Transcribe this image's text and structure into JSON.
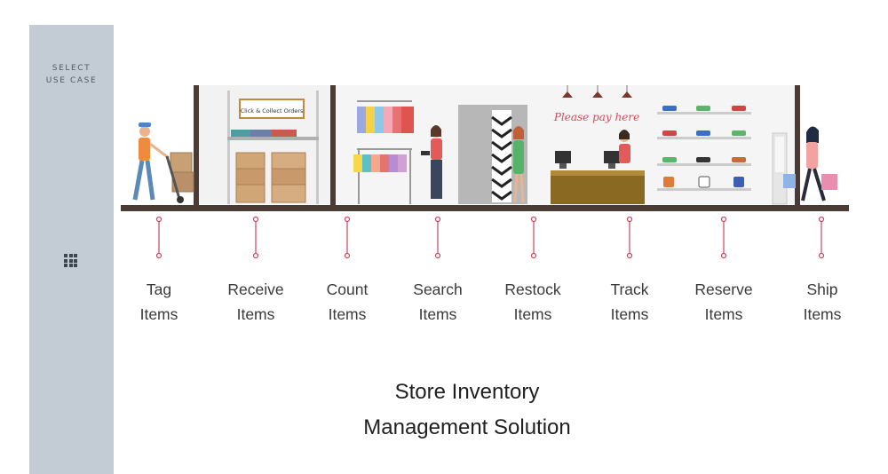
{
  "sidebar": {
    "select_label": "SELECT",
    "use_case_label": "USE CASE",
    "menu_icon": "grid-icon"
  },
  "scene": {
    "sign_text": "Click & Collect Orders",
    "pay_text": "Please pay here"
  },
  "use_cases": [
    {
      "line1": "Tag",
      "line2": "Items"
    },
    {
      "line1": "Receive",
      "line2": "Items"
    },
    {
      "line1": "Count",
      "line2": "Items"
    },
    {
      "line1": "Search",
      "line2": "Items"
    },
    {
      "line1": "Restock",
      "line2": "Items"
    },
    {
      "line1": "Track",
      "line2": "Items"
    },
    {
      "line1": "Reserve",
      "line2": "Items"
    },
    {
      "line1": "Ship",
      "line2": "Items"
    }
  ],
  "title": {
    "line1": "Store Inventory",
    "line2": "Management Solution"
  },
  "colors": {
    "sidebar": "#c3cbd4",
    "floor": "#4a3b34",
    "connector": "#c9475e",
    "pay_text": "#d9485f"
  }
}
